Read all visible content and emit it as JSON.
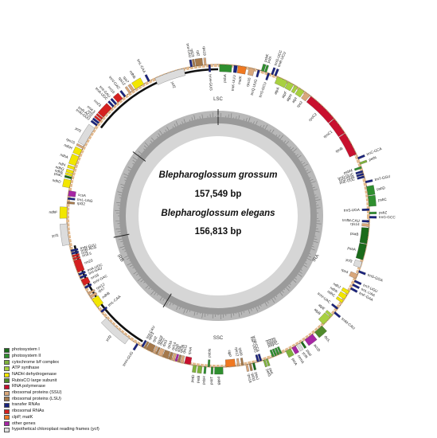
{
  "center": {
    "species_1": "Blepharoglossum grossum",
    "size_1": "157,549 bp",
    "species_2": "Blepharoglossum elegans",
    "size_2": "156,813 bp"
  },
  "regions": {
    "lsc": "LSC",
    "ira": "IRA",
    "ssc": "SSC",
    "irb": "IRB"
  },
  "legend": [
    {
      "label": "photosystem I",
      "color": "#1b6b1b"
    },
    {
      "label": "photosystem II",
      "color": "#2f8f2f"
    },
    {
      "label": "cytochrome b/f complex",
      "color": "#7fb23c"
    },
    {
      "label": "ATP synthase",
      "color": "#a8d040"
    },
    {
      "label": "NADH dehydrogenase",
      "color": "#f2e600"
    },
    {
      "label": "RubisCO large subunit",
      "color": "#4f8a2b"
    },
    {
      "label": "RNA polymerase",
      "color": "#c8102e"
    },
    {
      "label": "ribosomal proteins (SSU)",
      "color": "#d9a77a"
    },
    {
      "label": "ribosomal proteins (LSU)",
      "color": "#a5784a"
    },
    {
      "label": "transfer RNAs",
      "color": "#1a237e"
    },
    {
      "label": "ribosomal RNAs",
      "color": "#d42020"
    },
    {
      "label": "clpP, matK",
      "color": "#f07820"
    },
    {
      "label": "other genes",
      "color": "#a626a4"
    },
    {
      "label": "hypothetical chloroplast reading frames (ycf)",
      "color": "#dcdcdc"
    }
  ],
  "genes": [
    {
      "name": "psbA",
      "pos": 0.2,
      "len": 1.8,
      "side": "in",
      "color": "#2f8f2f"
    },
    {
      "name": "trnK-UUU",
      "pos": 2.3,
      "len": 0.5,
      "side": "in",
      "color": "#1a237e"
    },
    {
      "name": "matK",
      "pos": 2.9,
      "len": 1.2,
      "side": "in",
      "color": "#f07820"
    },
    {
      "name": "rps16",
      "pos": 4.5,
      "len": 0.8,
      "side": "in",
      "color": "#d9a77a"
    },
    {
      "name": "trnQ-UUG",
      "pos": 5.8,
      "len": 0.3,
      "side": "in",
      "color": "#1a237e"
    },
    {
      "name": "psbK",
      "pos": 6.3,
      "len": 0.4,
      "side": "out",
      "color": "#2f8f2f"
    },
    {
      "name": "psbI",
      "pos": 6.8,
      "len": 0.3,
      "side": "out",
      "color": "#2f8f2f"
    },
    {
      "name": "trnS-GCU",
      "pos": 7.3,
      "len": 0.3,
      "side": "in",
      "color": "#1a237e"
    },
    {
      "name": "trnG-UCC",
      "pos": 7.8,
      "len": 0.3,
      "side": "out",
      "color": "#1a237e"
    },
    {
      "name": "trnR-UCU",
      "pos": 8.3,
      "len": 0.3,
      "side": "out",
      "color": "#1a237e"
    },
    {
      "name": "atpA",
      "pos": 8.8,
      "len": 1.6,
      "side": "in",
      "color": "#a8d040"
    },
    {
      "name": "atpF",
      "pos": 10.5,
      "len": 0.9,
      "side": "in",
      "color": "#a8d040"
    },
    {
      "name": "atpH",
      "pos": 11.6,
      "len": 0.5,
      "side": "in",
      "color": "#a8d040"
    },
    {
      "name": "atpI",
      "pos": 12.3,
      "len": 0.9,
      "side": "in",
      "color": "#a8d040"
    },
    {
      "name": "rps2",
      "pos": 13.4,
      "len": 0.8,
      "side": "in",
      "color": "#d9a77a"
    },
    {
      "name": "rpoC2",
      "pos": 14.4,
      "len": 4.6,
      "side": "in",
      "color": "#c8102e"
    },
    {
      "name": "rpoC1",
      "pos": 19.1,
      "len": 2.5,
      "side": "in",
      "color": "#c8102e"
    },
    {
      "name": "rpoB",
      "pos": 21.7,
      "len": 3.4,
      "side": "in",
      "color": "#c8102e"
    },
    {
      "name": "trnC-GCA",
      "pos": 25.6,
      "len": 0.3,
      "side": "out",
      "color": "#1a237e"
    },
    {
      "name": "petN",
      "pos": 26.4,
      "len": 0.3,
      "side": "out",
      "color": "#7fb23c"
    },
    {
      "name": "psbM",
      "pos": 27.0,
      "len": 0.3,
      "side": "in",
      "color": "#2f8f2f"
    },
    {
      "name": "trnD-GUC",
      "pos": 27.6,
      "len": 0.3,
      "side": "in",
      "color": "#1a237e"
    },
    {
      "name": "trnY-GUA",
      "pos": 28.0,
      "len": 0.3,
      "side": "in",
      "color": "#1a237e"
    },
    {
      "name": "trnE-UUC",
      "pos": 28.4,
      "len": 0.3,
      "side": "in",
      "color": "#1a237e"
    },
    {
      "name": "trnT-GGU",
      "pos": 29.2,
      "len": 0.3,
      "side": "out",
      "color": "#1a237e"
    },
    {
      "name": "psbD",
      "pos": 30.0,
      "len": 1.3,
      "side": "out",
      "color": "#2f8f2f"
    },
    {
      "name": "psbC",
      "pos": 31.4,
      "len": 1.5,
      "side": "out",
      "color": "#2f8f2f"
    },
    {
      "name": "trnS-UGA",
      "pos": 33.2,
      "len": 0.3,
      "side": "in",
      "color": "#1a237e"
    },
    {
      "name": "psbZ",
      "pos": 33.7,
      "len": 0.3,
      "side": "out",
      "color": "#2f8f2f"
    },
    {
      "name": "trnG-GCC",
      "pos": 34.3,
      "len": 0.3,
      "side": "out",
      "color": "#1a237e"
    },
    {
      "name": "trnfM-CAU",
      "pos": 34.9,
      "len": 0.3,
      "side": "in",
      "color": "#1a237e"
    },
    {
      "name": "rps14",
      "pos": 35.4,
      "len": 0.4,
      "side": "in",
      "color": "#d9a77a"
    },
    {
      "name": "psaB",
      "pos": 36.0,
      "len": 2.3,
      "side": "in",
      "color": "#1b6b1b"
    },
    {
      "name": "psaA",
      "pos": 38.4,
      "len": 2.3,
      "side": "in",
      "color": "#1b6b1b"
    },
    {
      "name": "ycf3",
      "pos": 41.0,
      "len": 0.9,
      "side": "in",
      "color": "#dcdcdc"
    },
    {
      "name": "trnS-GGA",
      "pos": 42.3,
      "len": 0.3,
      "side": "out",
      "color": "#1a237e"
    },
    {
      "name": "rps4",
      "pos": 42.9,
      "len": 0.7,
      "side": "in",
      "color": "#d9a77a"
    },
    {
      "name": "trnT-UGU",
      "pos": 43.8,
      "len": 0.3,
      "side": "out",
      "color": "#1a237e"
    },
    {
      "name": "trnL-UAA",
      "pos": 44.4,
      "len": 0.3,
      "side": "out",
      "color": "#1a237e"
    },
    {
      "name": "trnF-GAA",
      "pos": 45.0,
      "len": 0.3,
      "side": "out",
      "color": "#1a237e"
    },
    {
      "name": "ndhJ",
      "pos": 45.6,
      "len": 0.5,
      "side": "in",
      "color": "#f2e600"
    },
    {
      "name": "ndhK",
      "pos": 46.3,
      "len": 0.7,
      "side": "in",
      "color": "#f2e600"
    },
    {
      "name": "ndhC",
      "pos": 47.2,
      "len": 0.4,
      "side": "in",
      "color": "#f2e600"
    },
    {
      "name": "trnV-UAC",
      "pos": 48.5,
      "len": 0.3,
      "side": "in",
      "color": "#1a237e"
    },
    {
      "name": "trnM-CAU",
      "pos": 49.2,
      "len": 0.3,
      "side": "out",
      "color": "#1a237e"
    },
    {
      "name": "atpE",
      "pos": 49.8,
      "len": 0.4,
      "side": "in",
      "color": "#a8d040"
    },
    {
      "name": "atpB",
      "pos": 50.3,
      "len": 1.4,
      "side": "in",
      "color": "#a8d040"
    },
    {
      "name": "rbcL",
      "pos": 52.0,
      "len": 1.4,
      "side": "out",
      "color": "#4f8a2b"
    },
    {
      "name": "accD",
      "pos": 53.8,
      "len": 1.4,
      "side": "out",
      "color": "#a626a4"
    },
    {
      "name": "psaI",
      "pos": 55.6,
      "len": 0.3,
      "side": "out",
      "color": "#1b6b1b"
    },
    {
      "name": "ycf4",
      "pos": 56.1,
      "len": 0.5,
      "side": "out",
      "color": "#dcdcdc"
    },
    {
      "name": "cemA",
      "pos": 56.8,
      "len": 0.6,
      "side": "out",
      "color": "#a626a4"
    },
    {
      "name": "petA",
      "pos": 57.6,
      "len": 0.8,
      "side": "out",
      "color": "#7fb23c"
    },
    {
      "name": "psbJ",
      "pos": 59.0,
      "len": 0.3,
      "side": "in",
      "color": "#2f8f2f"
    },
    {
      "name": "psbL",
      "pos": 59.4,
      "len": 0.3,
      "side": "in",
      "color": "#2f8f2f"
    },
    {
      "name": "psbF",
      "pos": 59.8,
      "len": 0.3,
      "side": "in",
      "color": "#2f8f2f"
    },
    {
      "name": "psbE",
      "pos": 60.2,
      "len": 0.3,
      "side": "in",
      "color": "#2f8f2f"
    },
    {
      "name": "petL",
      "pos": 61.2,
      "len": 0.3,
      "side": "out",
      "color": "#7fb23c"
    },
    {
      "name": "petG",
      "pos": 61.6,
      "len": 0.3,
      "side": "out",
      "color": "#7fb23c"
    },
    {
      "name": "trnW-CCA",
      "pos": 62.1,
      "len": 0.3,
      "side": "in",
      "color": "#1a237e"
    },
    {
      "name": "trnP-UGG",
      "pos": 62.5,
      "len": 0.3,
      "side": "in",
      "color": "#1a237e"
    },
    {
      "name": "psaJ",
      "pos": 63.2,
      "len": 0.3,
      "side": "out",
      "color": "#1b6b1b"
    },
    {
      "name": "rpl33",
      "pos": 63.7,
      "len": 0.3,
      "side": "out",
      "color": "#a5784a"
    },
    {
      "name": "rps18",
      "pos": 64.2,
      "len": 0.3,
      "side": "out",
      "color": "#d9a77a"
    },
    {
      "name": "rpl20",
      "pos": 64.8,
      "len": 0.3,
      "side": "in",
      "color": "#a5784a"
    },
    {
      "name": "rps12",
      "pos": 65.4,
      "len": 0.3,
      "side": "in",
      "color": "#d9a77a"
    },
    {
      "name": "clpP",
      "pos": 66.0,
      "len": 1.4,
      "side": "in",
      "color": "#f07820"
    },
    {
      "name": "psbB",
      "pos": 67.8,
      "len": 1.2,
      "side": "out",
      "color": "#2f8f2f"
    },
    {
      "name": "psbT",
      "pos": 69.2,
      "len": 0.3,
      "side": "out",
      "color": "#2f8f2f"
    },
    {
      "name": "psbN",
      "pos": 69.7,
      "len": 0.3,
      "side": "in",
      "color": "#2f8f2f"
    },
    {
      "name": "psbH",
      "pos": 70.2,
      "len": 0.3,
      "side": "out",
      "color": "#2f8f2f"
    },
    {
      "name": "petB",
      "pos": 70.8,
      "len": 0.6,
      "side": "out",
      "color": "#7fb23c"
    },
    {
      "name": "petD",
      "pos": 71.6,
      "len": 0.5,
      "side": "out",
      "color": "#7fb23c"
    },
    {
      "name": "rpoA",
      "pos": 72.5,
      "len": 0.9,
      "side": "in",
      "color": "#c8102e"
    },
    {
      "name": "rps11",
      "pos": 73.6,
      "len": 0.4,
      "side": "in",
      "color": "#d9a77a"
    },
    {
      "name": "rpl36",
      "pos": 74.1,
      "len": 0.3,
      "side": "in",
      "color": "#a5784a"
    },
    {
      "name": "infA",
      "pos": 74.5,
      "len": 0.3,
      "side": "in",
      "color": "#a626a4"
    },
    {
      "name": "rps8",
      "pos": 74.9,
      "len": 0.4,
      "side": "in",
      "color": "#d9a77a"
    },
    {
      "name": "rpl14",
      "pos": 75.4,
      "len": 0.4,
      "side": "in",
      "color": "#a5784a"
    },
    {
      "name": "rpl16",
      "pos": 75.9,
      "len": 0.8,
      "side": "in",
      "color": "#a5784a"
    },
    {
      "name": "rps3",
      "pos": 76.8,
      "len": 0.6,
      "side": "in",
      "color": "#d9a77a"
    },
    {
      "name": "rpl22",
      "pos": 77.5,
      "len": 0.3,
      "side": "in",
      "color": "#a5784a"
    },
    {
      "name": "rps19",
      "pos": 77.9,
      "len": 0.3,
      "side": "in",
      "color": "#d9a77a"
    },
    {
      "name": "rpl2",
      "pos": 78.3,
      "len": 1.0,
      "side": "in",
      "color": "#a5784a"
    },
    {
      "name": "rpl23",
      "pos": 79.4,
      "len": 0.3,
      "side": "in",
      "color": "#a5784a"
    },
    {
      "name": "trnI-CAU",
      "pos": 79.8,
      "len": 0.3,
      "side": "in",
      "color": "#1a237e"
    },
    {
      "name": "trnH-GUG",
      "pos": 80.6,
      "len": 0.3,
      "side": "out",
      "color": "#1a237e"
    },
    {
      "name": "ycf2",
      "pos": 82.2,
      "len": 4.4,
      "side": "out",
      "color": "#dcdcdc"
    },
    {
      "name": "trnL-CAA",
      "pos": 87.6,
      "len": 0.3,
      "side": "in",
      "color": "#1a237e"
    },
    {
      "name": "ndhB",
      "pos": 88.6,
      "len": 1.4,
      "side": "in",
      "color": "#f2e600"
    },
    {
      "name": "rps7",
      "pos": 90.2,
      "len": 0.4,
      "side": "in",
      "color": "#d9a77a"
    },
    {
      "name": "rps12",
      "pos": 90.8,
      "len": 0.3,
      "side": "in",
      "color": "#d9a77a"
    },
    {
      "name": "trnV-GAC",
      "pos": 91.8,
      "len": 0.3,
      "side": "in",
      "color": "#1a237e"
    },
    {
      "name": "rrn16",
      "pos": 92.3,
      "len": 0.9,
      "side": "in",
      "color": "#d42020"
    },
    {
      "name": "trnI-GAU",
      "pos": 93.4,
      "len": 0.3,
      "side": "in",
      "color": "#1a237e"
    },
    {
      "name": "trnA-UGC",
      "pos": 93.9,
      "len": 0.3,
      "side": "in",
      "color": "#1a237e"
    },
    {
      "name": "rrn23",
      "pos": 94.4,
      "len": 1.8,
      "side": "in",
      "color": "#d42020"
    },
    {
      "name": "rrn4.5",
      "pos": 96.3,
      "len": 0.3,
      "side": "in",
      "color": "#d42020"
    },
    {
      "name": "rrn5",
      "pos": 96.7,
      "len": 0.3,
      "side": "in",
      "color": "#d42020"
    },
    {
      "name": "trnR-ACG",
      "pos": 97.1,
      "len": 0.3,
      "side": "in",
      "color": "#1a237e"
    },
    {
      "name": "trnN-GUU",
      "pos": 97.5,
      "len": 0.3,
      "side": "in",
      "color": "#1a237e"
    },
    {
      "name": "ycf1",
      "pos": 98.6,
      "len": 3.0,
      "side": "out",
      "color": "#dcdcdc"
    },
    {
      "name": "ndhF",
      "pos": 102.4,
      "len": 1.6,
      "side": "out",
      "color": "#f2e600"
    },
    {
      "name": "rpl32",
      "pos": 104.5,
      "len": 0.3,
      "side": "in",
      "color": "#a5784a"
    },
    {
      "name": "trnL-UAG",
      "pos": 105.1,
      "len": 0.3,
      "side": "in",
      "color": "#1a237e"
    },
    {
      "name": "ccsA",
      "pos": 105.6,
      "len": 0.8,
      "side": "in",
      "color": "#a626a4"
    },
    {
      "name": "ndhD",
      "pos": 106.8,
      "len": 1.1,
      "side": "out",
      "color": "#f2e600"
    },
    {
      "name": "psaC",
      "pos": 108.1,
      "len": 0.3,
      "side": "out",
      "color": "#1b6b1b"
    },
    {
      "name": "ndhE",
      "pos": 108.5,
      "len": 0.3,
      "side": "out",
      "color": "#f2e600"
    },
    {
      "name": "ndhG",
      "pos": 108.9,
      "len": 0.4,
      "side": "out",
      "color": "#f2e600"
    },
    {
      "name": "ndhI",
      "pos": 109.5,
      "len": 0.4,
      "side": "out",
      "color": "#f2e600"
    },
    {
      "name": "ndhA",
      "pos": 110.1,
      "len": 1.4,
      "side": "out",
      "color": "#f2e600"
    },
    {
      "name": "ndhH",
      "pos": 111.7,
      "len": 0.9,
      "side": "out",
      "color": "#f2e600"
    },
    {
      "name": "rps15",
      "pos": 112.8,
      "len": 0.3,
      "side": "out",
      "color": "#d9a77a"
    },
    {
      "name": "ycf1",
      "pos": 113.3,
      "len": 2.9,
      "side": "out",
      "color": "#dcdcdc"
    },
    {
      "name": "trnN-GUU",
      "pos": 116.6,
      "len": 0.3,
      "side": "out",
      "color": "#1a237e"
    },
    {
      "name": "trnR-ACG",
      "pos": 117.0,
      "len": 0.3,
      "side": "out",
      "color": "#1a237e"
    },
    {
      "name": "rrn5",
      "pos": 117.4,
      "len": 0.3,
      "side": "out",
      "color": "#d42020"
    },
    {
      "name": "rrn4.5",
      "pos": 117.8,
      "len": 0.3,
      "side": "out",
      "color": "#d42020"
    },
    {
      "name": "rrn23",
      "pos": 118.2,
      "len": 1.8,
      "side": "out",
      "color": "#d42020"
    },
    {
      "name": "trnA-UGC",
      "pos": 120.2,
      "len": 0.3,
      "side": "out",
      "color": "#1a237e"
    },
    {
      "name": "trnI-GAU",
      "pos": 120.7,
      "len": 0.3,
      "side": "out",
      "color": "#1a237e"
    },
    {
      "name": "rrn16",
      "pos": 121.2,
      "len": 0.9,
      "side": "out",
      "color": "#d42020"
    },
    {
      "name": "trnV-GAC",
      "pos": 122.4,
      "len": 0.3,
      "side": "out",
      "color": "#1a237e"
    },
    {
      "name": "rps12",
      "pos": 123.3,
      "len": 0.3,
      "side": "out",
      "color": "#d9a77a"
    },
    {
      "name": "rps7",
      "pos": 123.8,
      "len": 0.4,
      "side": "out",
      "color": "#d9a77a"
    },
    {
      "name": "ndhB",
      "pos": 124.4,
      "len": 1.4,
      "side": "out",
      "color": "#f2e600"
    },
    {
      "name": "trnL-CAA",
      "pos": 126.5,
      "len": 0.3,
      "side": "out",
      "color": "#1a237e"
    },
    {
      "name": "ycf2",
      "pos": 127.6,
      "len": 4.4,
      "side": "in",
      "color": "#dcdcdc"
    },
    {
      "name": "trnI-CAU",
      "pos": 133.0,
      "len": 0.3,
      "side": "out",
      "color": "#1a237e"
    },
    {
      "name": "rpl23",
      "pos": 133.4,
      "len": 0.3,
      "side": "out",
      "color": "#a5784a"
    },
    {
      "name": "rpl2",
      "pos": 133.8,
      "len": 1.0,
      "side": "out",
      "color": "#a5784a"
    },
    {
      "name": "rps19",
      "pos": 135.0,
      "len": 0.3,
      "side": "out",
      "color": "#d9a77a"
    },
    {
      "name": "trnH-GUG",
      "pos": 135.6,
      "len": 0.3,
      "side": "in",
      "color": "#1a237e"
    }
  ]
}
